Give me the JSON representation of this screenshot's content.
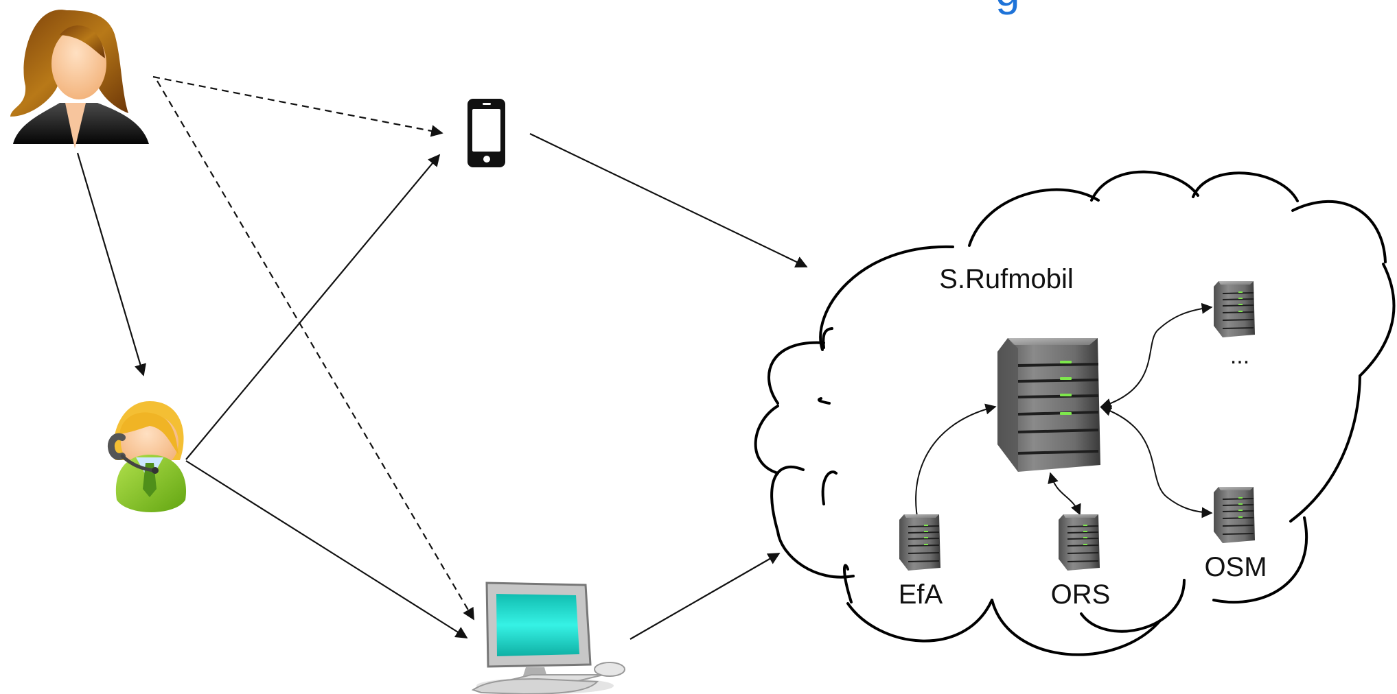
{
  "title_fragment": "g",
  "cloud": {
    "title": "S.Rufmobil"
  },
  "services": {
    "efa": "EfA",
    "ors": "ORS",
    "osm": "OSM",
    "more": "..."
  },
  "nodes": {
    "customer": "customer-icon",
    "operator": "call-center-agent-icon",
    "phone": "smartphone-icon",
    "computer": "desktop-computer-icon",
    "main_server": "server-icon"
  },
  "colors": {
    "title": "#1e73d8",
    "line": "#111111",
    "server_light": "#7ee84c",
    "operator_green": "#8cc63f",
    "customer_hair": "#9a5a13",
    "monitor_screen": "#20d6c8"
  }
}
